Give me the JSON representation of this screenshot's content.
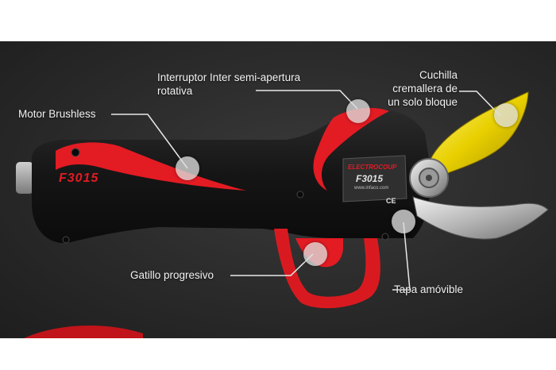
{
  "product": {
    "model_badge": "F3015",
    "brand_text": "ELECTROCOUP",
    "body_model_text": "F3015",
    "website_text": "www.infaco.com",
    "ce_mark": "CE"
  },
  "callouts": [
    {
      "id": "motor",
      "text": "Motor Brushless"
    },
    {
      "id": "switch",
      "lines": [
        "Interruptor Inter semi-apertura",
        "rotativa"
      ]
    },
    {
      "id": "blade",
      "lines": [
        "Cuchilla",
        "cremallera de",
        "un solo bloque"
      ]
    },
    {
      "id": "trigger",
      "text": "Gatillo progresivo"
    },
    {
      "id": "cover",
      "text": "Tapa amóvible"
    }
  ],
  "colors": {
    "background": "#2a2a2a",
    "accent_red": "#e31b23",
    "blade_yellow": "#e8d000",
    "body_black": "#1a1a1a"
  }
}
